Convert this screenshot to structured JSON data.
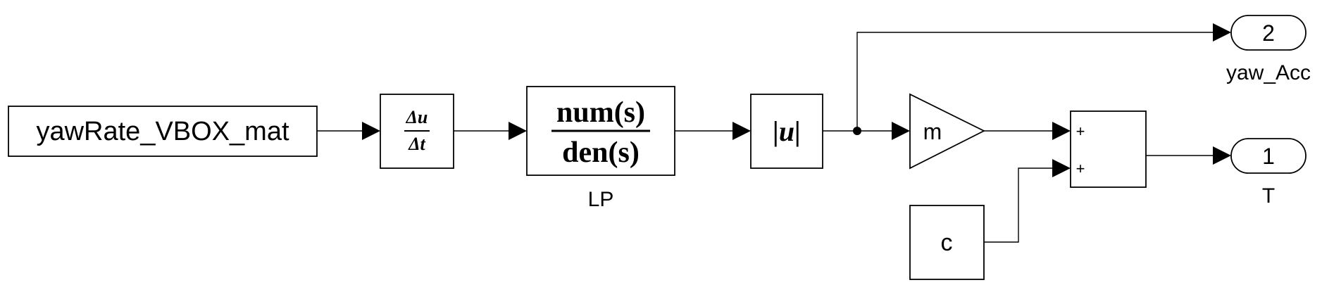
{
  "blocks": {
    "source": {
      "label": "yawRate_VBOX_mat"
    },
    "derivative": {
      "numerator": "Δu",
      "denominator": "Δt"
    },
    "transfer_fcn": {
      "numerator": "num(s)",
      "denominator": "den(s)",
      "name": "LP"
    },
    "abs": {
      "label": "|u|"
    },
    "gain": {
      "label": "m"
    },
    "constant": {
      "label": "c"
    },
    "sum": {
      "port1_sign": "+",
      "port2_sign": "+"
    },
    "outport_2": {
      "number": "2",
      "name": "yaw_Acc"
    },
    "outport_1": {
      "number": "1",
      "name": "T"
    }
  }
}
